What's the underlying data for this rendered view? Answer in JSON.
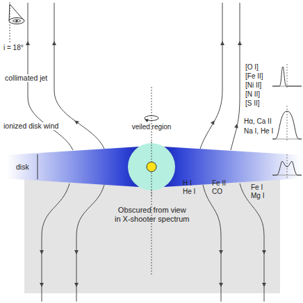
{
  "diagram": {
    "nodes": [
      {
        "text": [
          "veiled region"
        ]
      },
      {
        "text": [
          "Obscured from view in X-shooter spectrum"
        ]
      }
    ],
    "labels": [
      "i = 18°",
      "collimated jet",
      "ionized disk wind",
      "disk",
      "[O I]",
      "[Fe II]",
      "[Ni II]",
      "[N II]",
      "[S II]",
      "Hα, Ca II",
      "Na I, He I",
      "H I",
      "He I",
      "Fe II",
      "CO",
      "Fe I",
      "Mg I"
    ]
  }
}
